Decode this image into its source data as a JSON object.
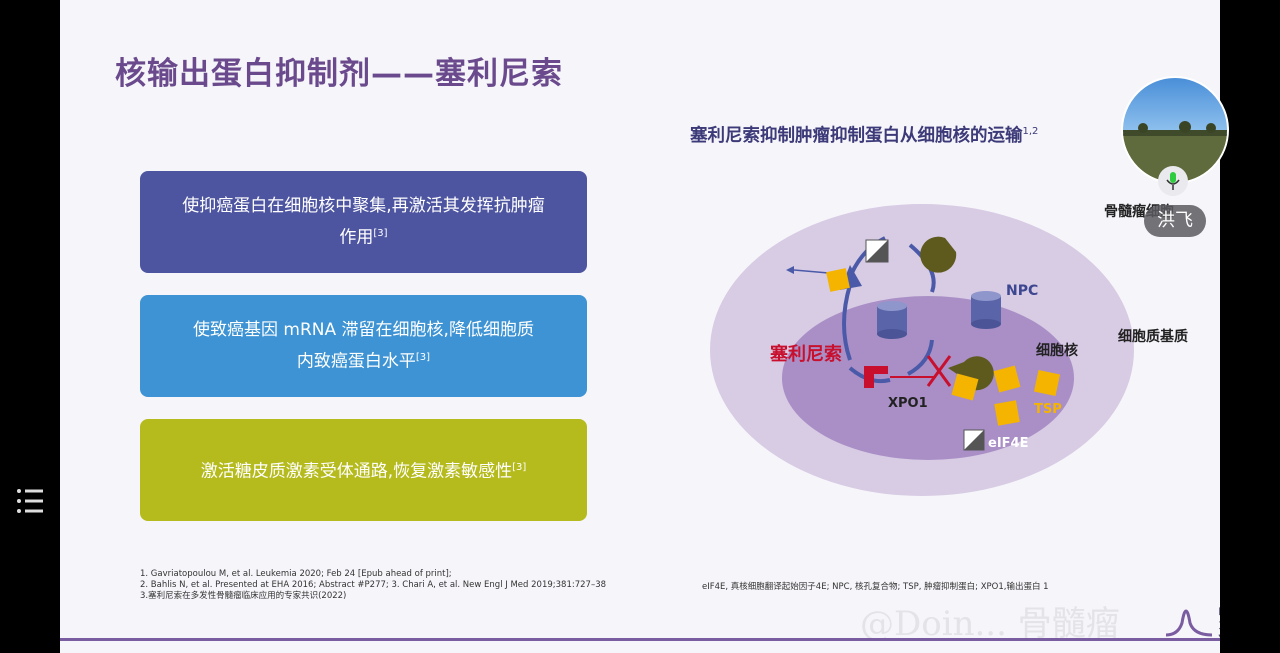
{
  "slide": {
    "title": "核输出蛋白抑制剂——塞利尼索",
    "boxes": [
      {
        "line1": "使抑癌蛋白在细胞核中聚集,再激活其发挥抗肿瘤",
        "line2": "作用",
        "ref": "[3]"
      },
      {
        "line1": "使致癌基因 mRNA 滞留在细胞核,降低细胞质",
        "line2": "内致癌蛋白水平",
        "ref": "[3]"
      },
      {
        "line1": "激活糖皮质激素受体通路,恢复激素敏感性",
        "ref": "[3]"
      }
    ],
    "diagram": {
      "title": "塞利尼索抑制肿瘤抑制蛋白从细胞核的运输",
      "title_ref": "1,2",
      "labels": {
        "myeloma_cell": "骨髓瘤细胞",
        "npc": "NPC",
        "cytoplasm": "细胞质基质",
        "selinexor": "塞利尼索",
        "nucleus": "细胞核",
        "xpo1": "XPO1",
        "tsp": "TSP",
        "eif4e": "eIF4E"
      },
      "colors": {
        "cell": "#d8cbe4",
        "nucleus": "#a98fc6",
        "tsp": "#f4b400",
        "selinexor": "#c8102e",
        "npc": "#5a64a8",
        "xpo1": "#5e5a1e"
      }
    },
    "references": [
      "1. Gavriatopoulou M, et al. Leukemia 2020; Feb 24 [Epub ahead of print];",
      "2. Bahlis N, et al. Presented at EHA 2016; Abstract #P277; 3. Chari A, et al. New Engl J Med 2019;381:727–38",
      "3.塞利尼索在多发性骨髓瘤临床应用的专家共识(2022)"
    ],
    "abbreviations": "eIF4E, 真核细胞翻译起始因子4E; NPC, 核孔复合物;  TSP, 肿瘤抑制蛋白; XPO1,输出蛋白 1",
    "watermark": "@Doin... 骨髓瘤",
    "watermark_char": "家"
  },
  "overlay": {
    "participant_name": "洪飞",
    "mic_icon": "microphone-icon",
    "menu_icon": "menu-icon"
  }
}
